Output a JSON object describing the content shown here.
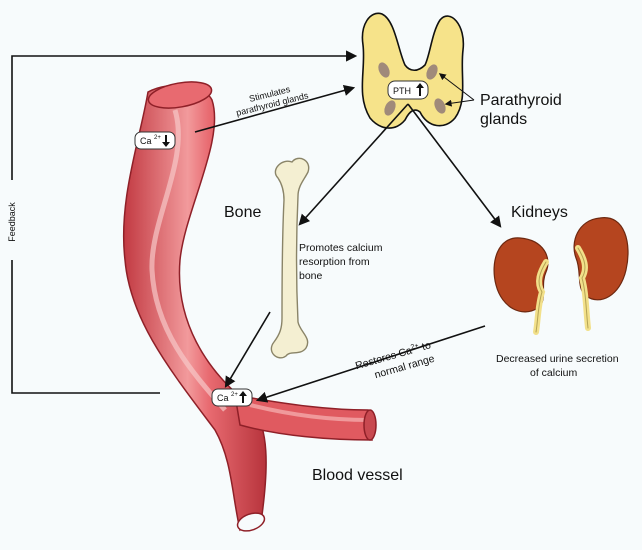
{
  "labels": {
    "feedback": "Feedback",
    "stimulates_1": "Stimulates",
    "stimulates_2": "parathyroid glands",
    "parathyroid_1": "Parathyroid",
    "parathyroid_2": "glands",
    "pth": "PTH",
    "calcium_low": "Ca",
    "calcium_high": "Ca",
    "calcium_superscript": "2+",
    "bone": "Bone",
    "kidneys": "Kidneys",
    "promotes_1": "Promotes calcium",
    "promotes_2": "resorption from",
    "promotes_3": "bone",
    "restores_1": "Restores Ca",
    "restores_sup": "2+",
    "restores_1b": " to",
    "restores_2": "normal range",
    "decreased_1": "Decreased urine secretion",
    "decreased_2": "of calcium",
    "blood_vessel": "Blood  vessel"
  },
  "icons": {
    "arrow_down": "down-arrow-icon",
    "arrow_up": "up-arrow-icon"
  },
  "colors": {
    "background": "#f7fbfc",
    "vessel_red": "#e05a60",
    "vessel_dark": "#b7343c",
    "vessel_highlight": "#f4a9aa",
    "gland_yellow": "#f6e38a",
    "gland_spot": "#a08a7a",
    "bone_fill": "#f4efd2",
    "kidney_brown": "#b5451f",
    "kidney_ureter": "#f2e08a",
    "arrow": "#111111"
  }
}
